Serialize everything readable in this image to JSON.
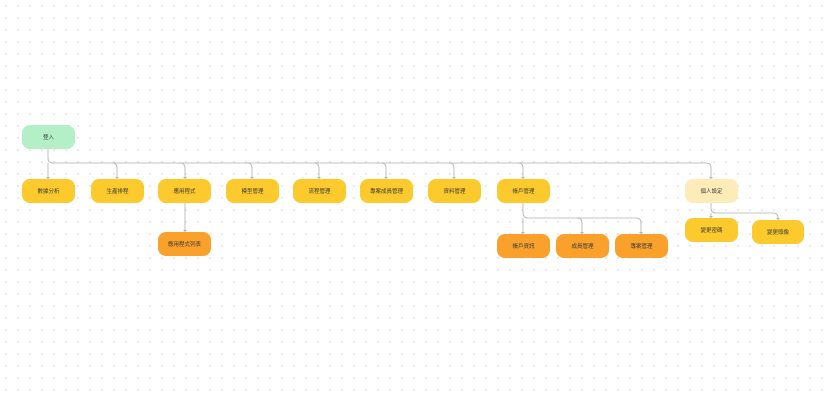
{
  "nodes": {
    "login": "登入",
    "data_analysis": "數據分析",
    "production_schedule": "生產排程",
    "application": "應用程式",
    "model_management": "模型管理",
    "process_management": "流程管理",
    "product_management": "專案成員管理",
    "material_management": "資料管理",
    "account_management": "帳戶管理",
    "personal_settings": "個人設定",
    "application_list": "應用程式列表",
    "account_info": "帳戶資訊",
    "member_management": "成員管理",
    "permission_management": "專案管理",
    "change_password": "變更密碼",
    "change_avatar": "變更頭像"
  },
  "colors": {
    "root": "#b3f0c8",
    "level1": "#fcca2c",
    "level2": "#f9a12b",
    "personal": "#fdecb8",
    "connector": "#b0b0b0"
  }
}
